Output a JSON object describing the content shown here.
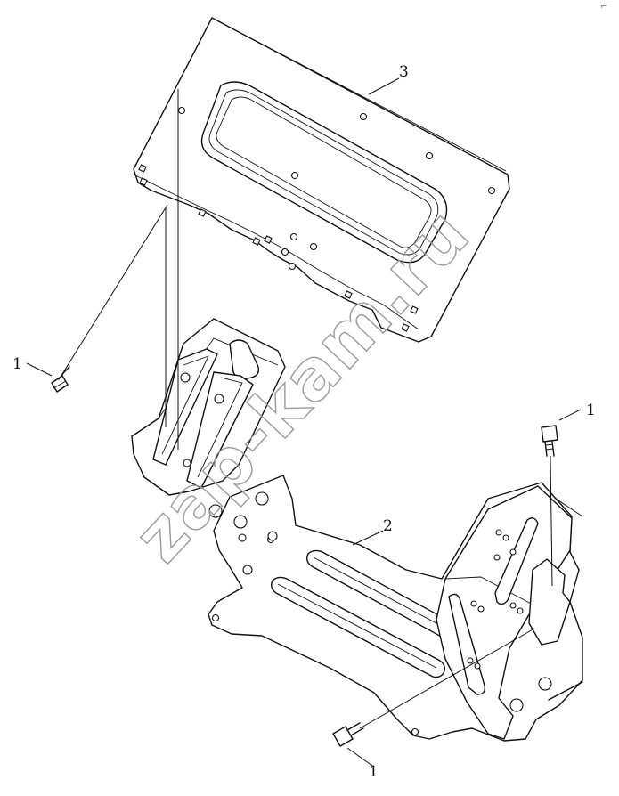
{
  "diagram": {
    "callouts": [
      {
        "id": "c1",
        "label": "1"
      },
      {
        "id": "c2",
        "label": "1"
      },
      {
        "id": "c3",
        "label": "1"
      },
      {
        "id": "c4",
        "label": "2"
      },
      {
        "id": "c5",
        "label": "3"
      }
    ],
    "watermark": "zap-kam.ru",
    "corner_mark": "⌐"
  }
}
